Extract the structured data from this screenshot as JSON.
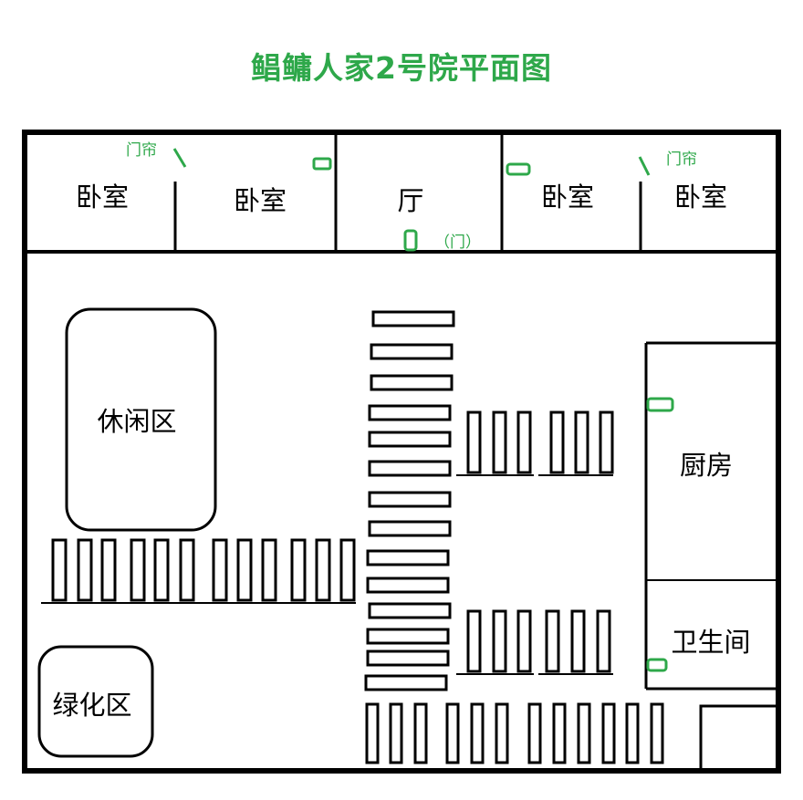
{
  "title": "鲳鳙人家2号院平面图",
  "rooms": {
    "bedroom_1": "卧室",
    "bedroom_2": "卧室",
    "hall": "厅",
    "bedroom_3": "卧室",
    "bedroom_4": "卧室",
    "leisure_area": "休闲区",
    "green_area": "绿化区",
    "kitchen": "厨房",
    "bathroom": "卫生间"
  },
  "annotations": {
    "curtain_left": "门帘",
    "curtain_right": "门帘",
    "door": "（门）"
  },
  "colors": {
    "accent": "#2ea84a",
    "line": "#000000",
    "background": "#ffffff"
  }
}
